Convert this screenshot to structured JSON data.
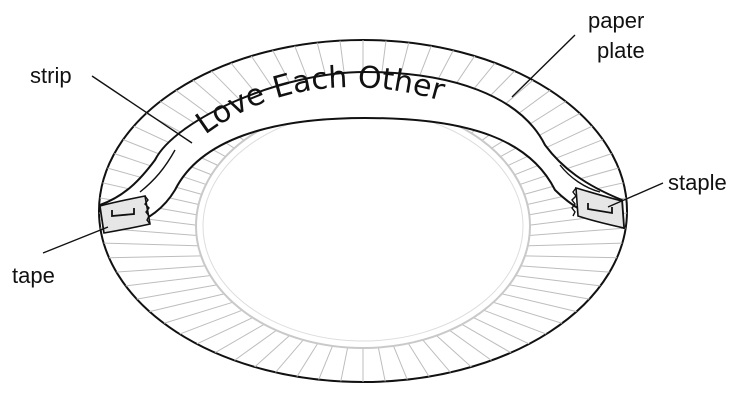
{
  "strip_text": "Love Each Other",
  "labels": {
    "paper_plate_line1": "paper",
    "paper_plate_line2": "plate",
    "strip": "strip",
    "staple": "staple",
    "tape": "tape"
  },
  "colors": {
    "outline": "#111111",
    "inner_rim": "#c9c9c9",
    "ridge": "#bdbdbd",
    "tape_fill": "#e6e6e6"
  }
}
